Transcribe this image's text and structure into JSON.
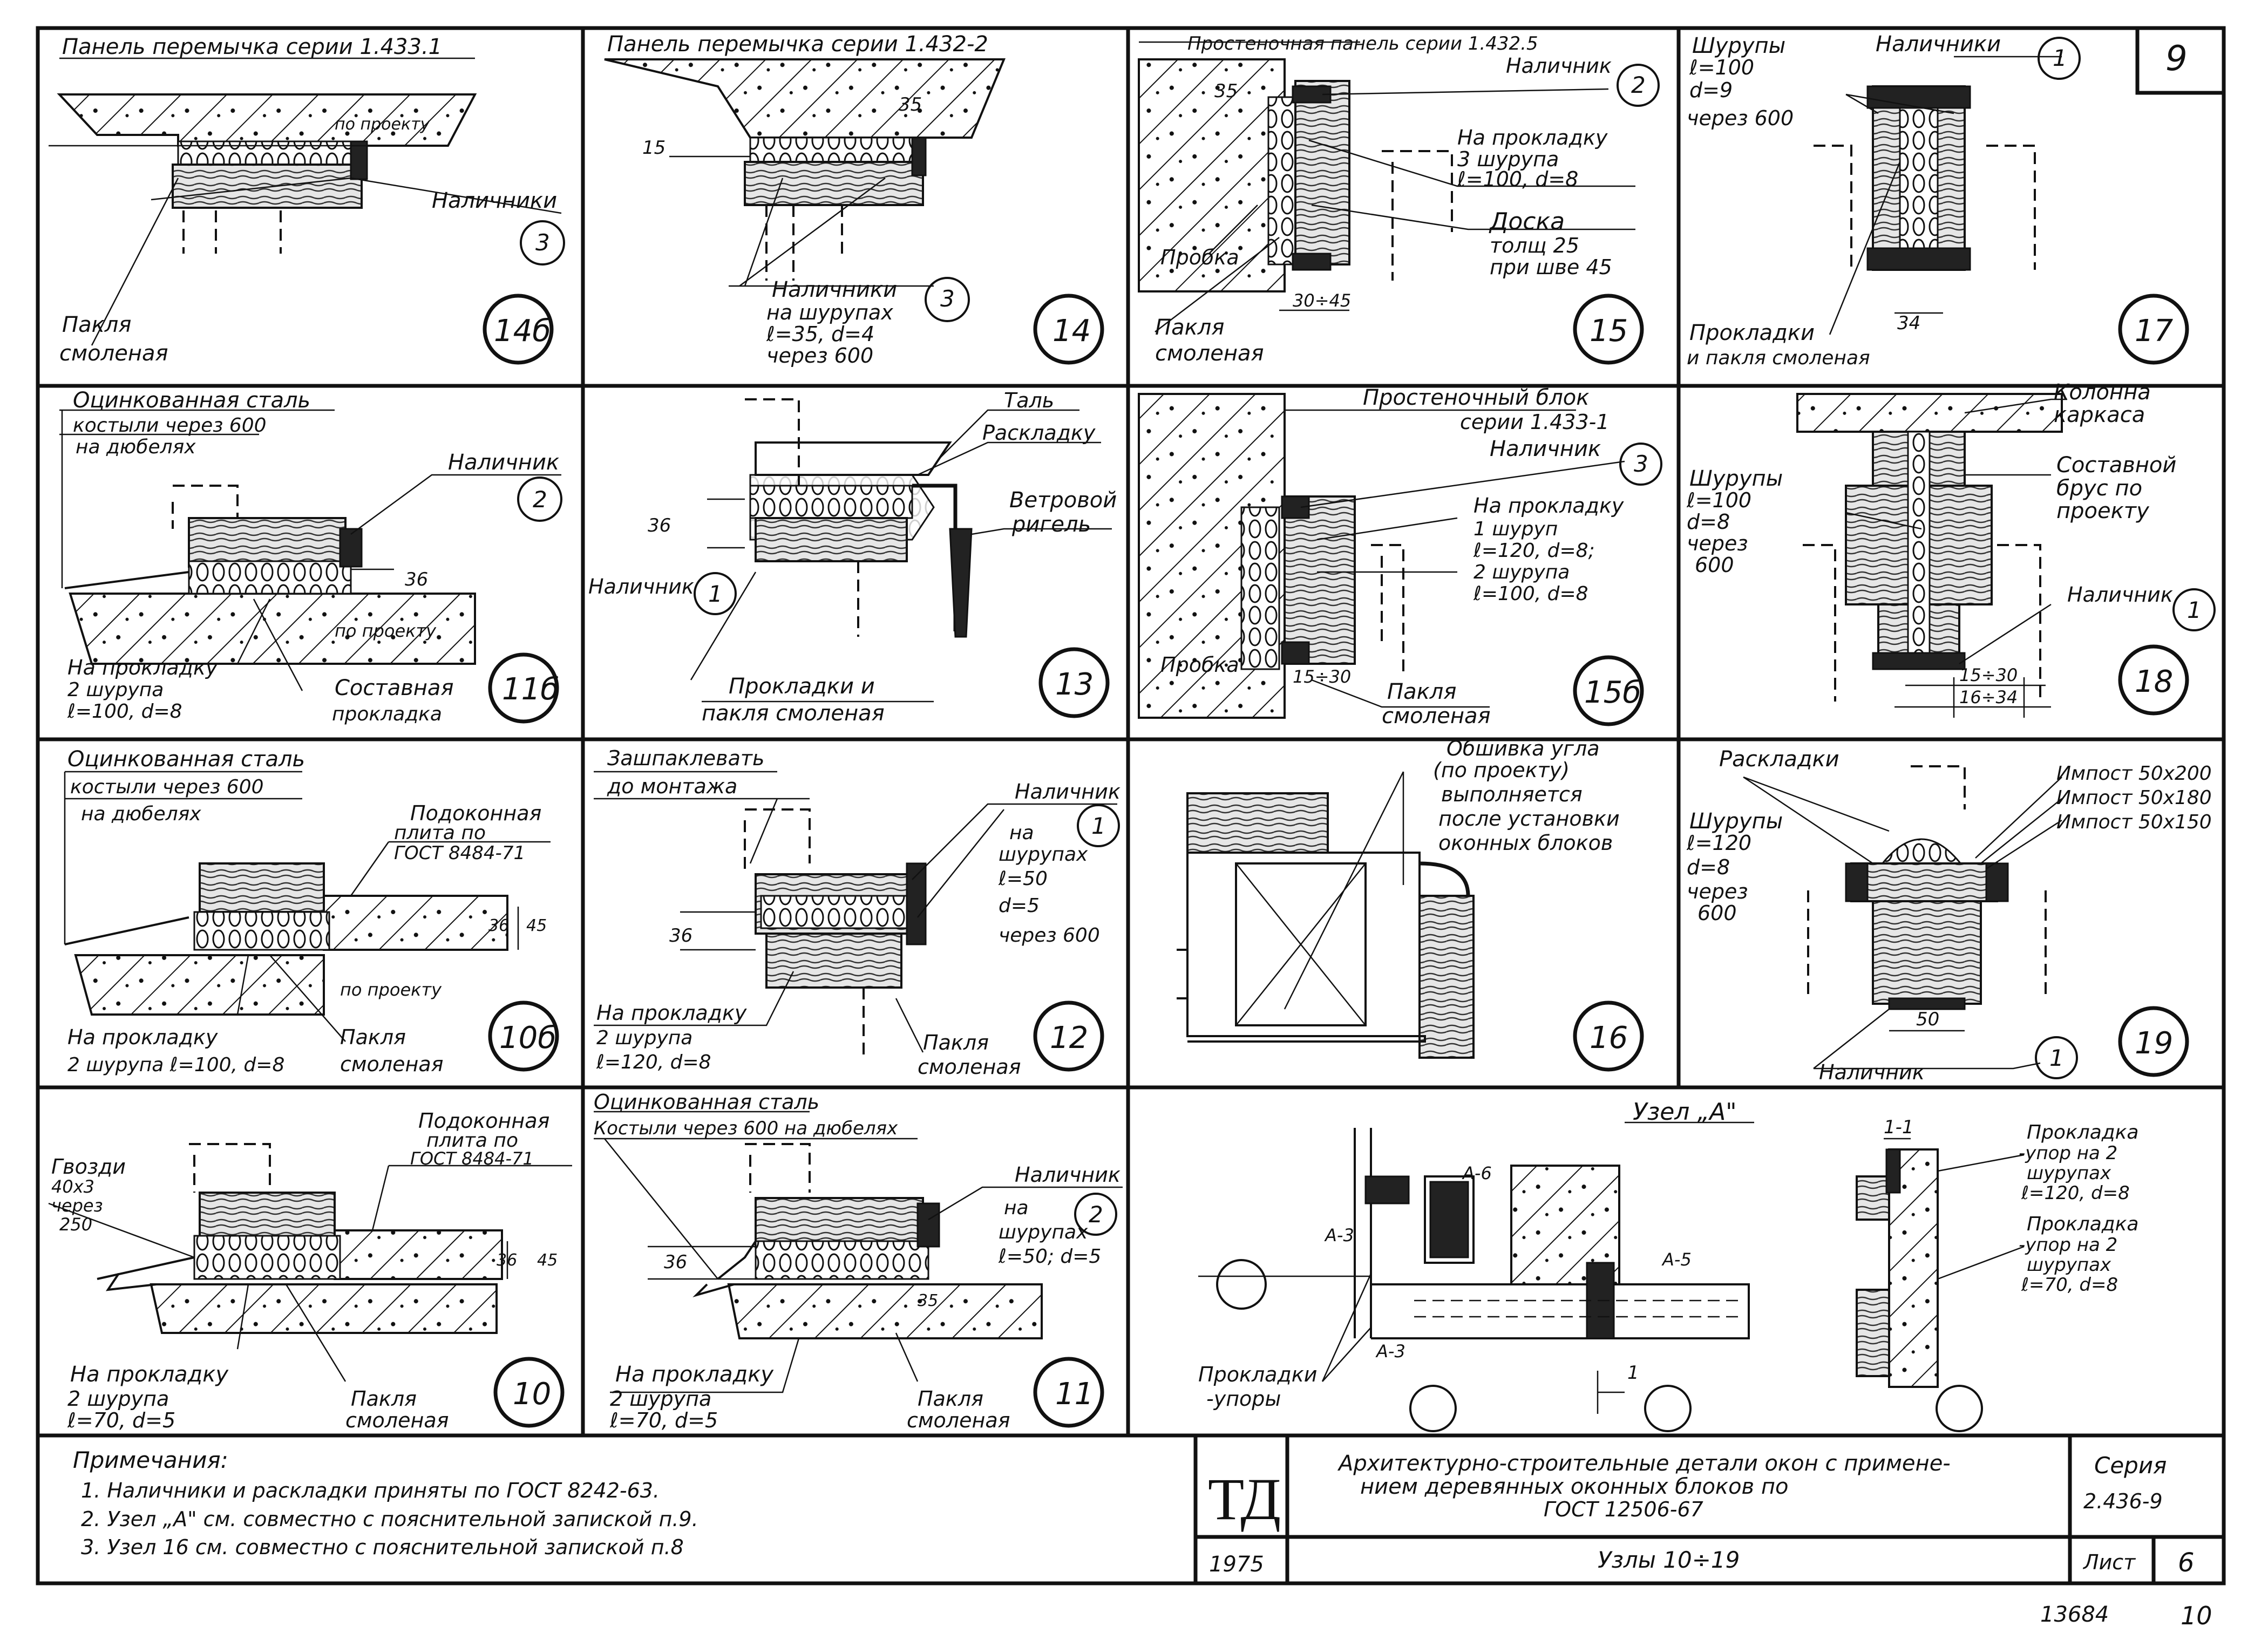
{
  "sheet": {
    "sheet_no_corner": "9",
    "title_block": {
      "logo": "ТД",
      "year": "1975",
      "description_line1": "Архитектурно-строительные детали окон с примене-",
      "description_line2": "нием деревянных оконных блоков по",
      "description_line3": "ГОСТ 12506-67",
      "subtitle": "Узлы 10÷19",
      "series_label": "Серия",
      "series_value": "2.436-9",
      "sheet_label": "Лист",
      "sheet_value": "6"
    },
    "notes": {
      "heading": "Примечания:",
      "items": [
        "1. Наличники и раскладки приняты по ГОСТ 8242-63.",
        "2. Узел „А\" см. совместно с пояснительной запиской п.9.",
        "3. Узел 16 см. совместно с пояснительной запиской п.8"
      ]
    },
    "footer": {
      "stamp": "13684",
      "page": "10"
    }
  },
  "nodes": [
    {
      "id": "14b",
      "label": "14б",
      "texts": [
        "Панель перемычка серии 1.433.1",
        "по проекту",
        "Наличники",
        "Пакля",
        "смоленая",
        "3"
      ]
    },
    {
      "id": "14",
      "label": "14",
      "texts": [
        "Панель перемычка серии 1.432-2",
        "35",
        "15",
        "Наличники",
        "на шурупах",
        "ℓ=35, d=4",
        "через 600",
        "3"
      ]
    },
    {
      "id": "15",
      "label": "15",
      "texts": [
        "Простеночная панель серии 1.432.5",
        "Наличник",
        "2",
        "35",
        "На прокладку",
        "3 шурупа",
        "ℓ=100, d=8",
        "Доска",
        "толщ 25",
        "при шве 45",
        "Пробка",
        "Пакля",
        "смоленая",
        "30÷45"
      ]
    },
    {
      "id": "17",
      "label": "17",
      "texts": [
        "Шурупы",
        "ℓ=100",
        "d=9",
        "через 600",
        "Наличники",
        "1",
        "34",
        "Прокладки",
        "и пакля смоленая"
      ]
    },
    {
      "id": "11b",
      "label": "11б",
      "texts": [
        "Оцинкованная сталь",
        "костыли через 600",
        "на дюбелях",
        "Наличник",
        "2",
        "36",
        "по проекту",
        "На прокладку",
        "2 шурупа",
        "ℓ=100, d=8",
        "Составная",
        "прокладка"
      ]
    },
    {
      "id": "13",
      "label": "13",
      "texts": [
        "Таль",
        "Раскладку",
        "Ветровой",
        "ригель",
        "36",
        "Наличник",
        "1",
        "Прокладки и",
        "пакля смоленая"
      ]
    },
    {
      "id": "15b",
      "label": "15б",
      "texts": [
        "Простеночный блок",
        "серии 1.433-1",
        "Наличник",
        "3",
        "На прокладку",
        "1 шуруп",
        "ℓ=120, d=8;",
        "2 шурупа",
        "ℓ=100, d=8",
        "Пробка",
        "15÷30",
        "Пакля",
        "смоленая"
      ]
    },
    {
      "id": "18",
      "label": "18",
      "texts": [
        "Колонна",
        "каркаса",
        "Шурупы",
        "ℓ=100",
        "d=8",
        "через",
        "600",
        "Составной",
        "брус по",
        "проекту",
        "Наличник",
        "1",
        "15÷30",
        "16÷34"
      ]
    },
    {
      "id": "10b",
      "label": "10б",
      "texts": [
        "Оцинкованная сталь",
        "костыли через 600",
        "на дюбелях",
        "Подоконная",
        "плита по",
        "ГОСТ 8484-71",
        "36",
        "45",
        "по проекту",
        "На прокладку",
        "2 шурупа ℓ=100, d=8",
        "Пакля",
        "смоленая"
      ]
    },
    {
      "id": "12",
      "label": "12",
      "texts": [
        "Зашпаклевать",
        "до монтажа",
        "Наличник",
        "1",
        "на",
        "шурупах",
        "ℓ=50",
        "d=5",
        "через 600",
        "36",
        "На прокладку",
        "2 шурупа",
        "ℓ=120, d=8",
        "Пакля",
        "смоленая"
      ]
    },
    {
      "id": "16",
      "label": "16",
      "texts": [
        "Обшивка угла",
        "(по проекту)",
        "выполняется",
        "после установки",
        "оконных блоков"
      ]
    },
    {
      "id": "19",
      "label": "19",
      "texts": [
        "Раскладки",
        "Импост 50x200",
        "Импост 50x180",
        "Импост 50x150",
        "Шурупы",
        "ℓ=120",
        "d=8",
        "через",
        "600",
        "50",
        "Наличник",
        "1"
      ]
    },
    {
      "id": "10",
      "label": "10",
      "texts": [
        "Гвозди",
        "40x3",
        "через",
        "250",
        "Подоконная",
        "плита по",
        "ГОСТ 8484-71",
        "36",
        "45",
        "На прокладку",
        "2 шурупа",
        "ℓ=70, d=5",
        "Пакля",
        "смоленая"
      ]
    },
    {
      "id": "11",
      "label": "11",
      "texts": [
        "Оцинкованная сталь",
        "Костыли через 600 на дюбелях",
        "Наличник",
        "2",
        "на",
        "шурупах",
        "ℓ=50; d=5",
        "36",
        "35",
        "На прокладку",
        "2 шурупа",
        "ℓ=70, d=5",
        "Пакля",
        "смоленая"
      ]
    },
    {
      "id": "A",
      "label": "Узел „А\"",
      "texts": [
        "А-6",
        "А-3",
        "А-5",
        "А-3",
        "Прокладки",
        "-упоры",
        "1",
        "1-1",
        "Прокладка",
        "-упор на 2",
        "шурупах",
        "ℓ=120, d=8",
        "Прокладка",
        "-упор на 2",
        "шурупах",
        "ℓ=70, d=8"
      ]
    }
  ]
}
